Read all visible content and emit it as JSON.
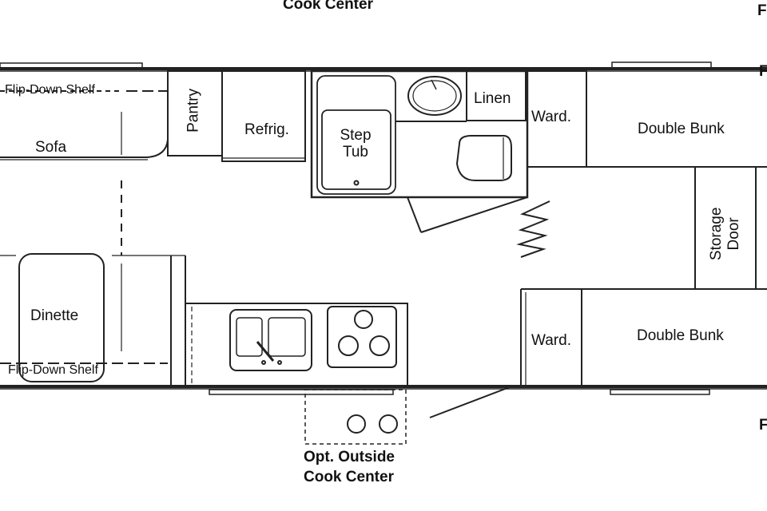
{
  "labels": {
    "cook_center_top": "Cook Center",
    "f_top": "F",
    "f_right_mid": "F",
    "f_right_bottom": "F",
    "flip_down_shelf_top": "Flip-Down Shelf",
    "sofa": "Sofa",
    "pantry": "Pantry",
    "refrig": "Refrig.",
    "step_tub": "Step Tub",
    "linen": "Linen",
    "ward_top": "Ward.",
    "double_bunk_top": "Double Bunk",
    "storage_door": "Storage Door",
    "dinette": "Dinette",
    "flip_down_shelf_bottom": "Flip-Down Shelf",
    "ward_bottom": "Ward.",
    "double_bunk_bottom": "Double Bunk",
    "opt_outside": "Opt. Outside",
    "cook_center_bottom": "Cook Center"
  }
}
